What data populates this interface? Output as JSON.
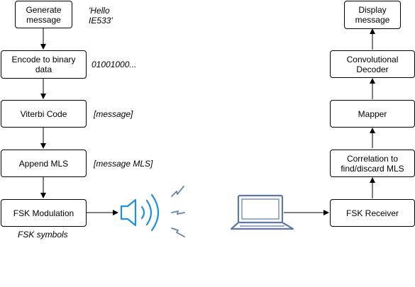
{
  "transmitter": {
    "generate": "Generate message",
    "encode": "Encode to binary data",
    "viterbi": "Viterbi Code",
    "append": "Append MLS",
    "fsk_mod": "FSK Modulation"
  },
  "receiver": {
    "display": "Display message",
    "decoder": "Convolutional Decoder",
    "mapper": "Mapper",
    "correlation": "Correlation to find/discard MLS",
    "fsk_rx": "FSK Receiver"
  },
  "annotations": {
    "hello_line1": "'Hello",
    "hello_line2": "IE533'",
    "binary": "01001000...",
    "message": "[message]",
    "message_mls": "[message MLS]",
    "fsk_symbols": "FSK symbols"
  },
  "icons": {
    "speaker": "speaker-icon",
    "laptop": "laptop-icon",
    "signal": "signal-bolt-icon"
  },
  "colors": {
    "speaker": "#1f8de0",
    "laptop": "#5e7aa3",
    "bolts": "#6b82aa"
  }
}
